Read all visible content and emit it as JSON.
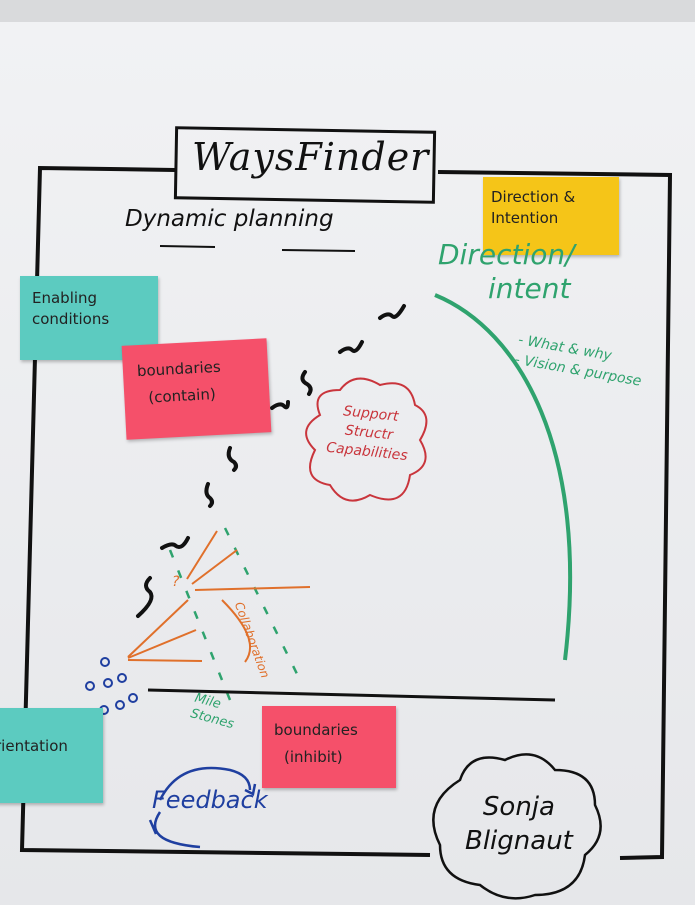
{
  "title": "WaysFinder",
  "subtitle": "Dynamic planning",
  "sticky_notes": {
    "direction_intention": {
      "lines": [
        "Direction &",
        "Intention"
      ],
      "color": "#f5c518"
    },
    "enabling_conditions": {
      "lines": [
        "Enabling",
        "conditions"
      ],
      "color": "#5ccbc0"
    },
    "boundaries_contain": {
      "lines": [
        "boundaries",
        "(contain)"
      ],
      "color": "#f5506a"
    },
    "boundaries_inhibit": {
      "lines": [
        "boundaries",
        "(inhibit)"
      ],
      "color": "#f5506a"
    },
    "orientation": {
      "lines": [
        "rientation"
      ],
      "color": "#5ccbc0"
    }
  },
  "direction": {
    "heading": [
      "Direction/",
      "intent"
    ],
    "bullets": [
      "- What & why",
      "- Vision & purpose"
    ]
  },
  "cloud_text": [
    "Support",
    "Structr",
    "Capabilities"
  ],
  "collaboration": "Collaboration",
  "question_mark": "?",
  "milestones": [
    "Mile",
    "Stones"
  ],
  "feedback": "Feedback",
  "author": [
    "Sonja",
    "Blignaut"
  ]
}
